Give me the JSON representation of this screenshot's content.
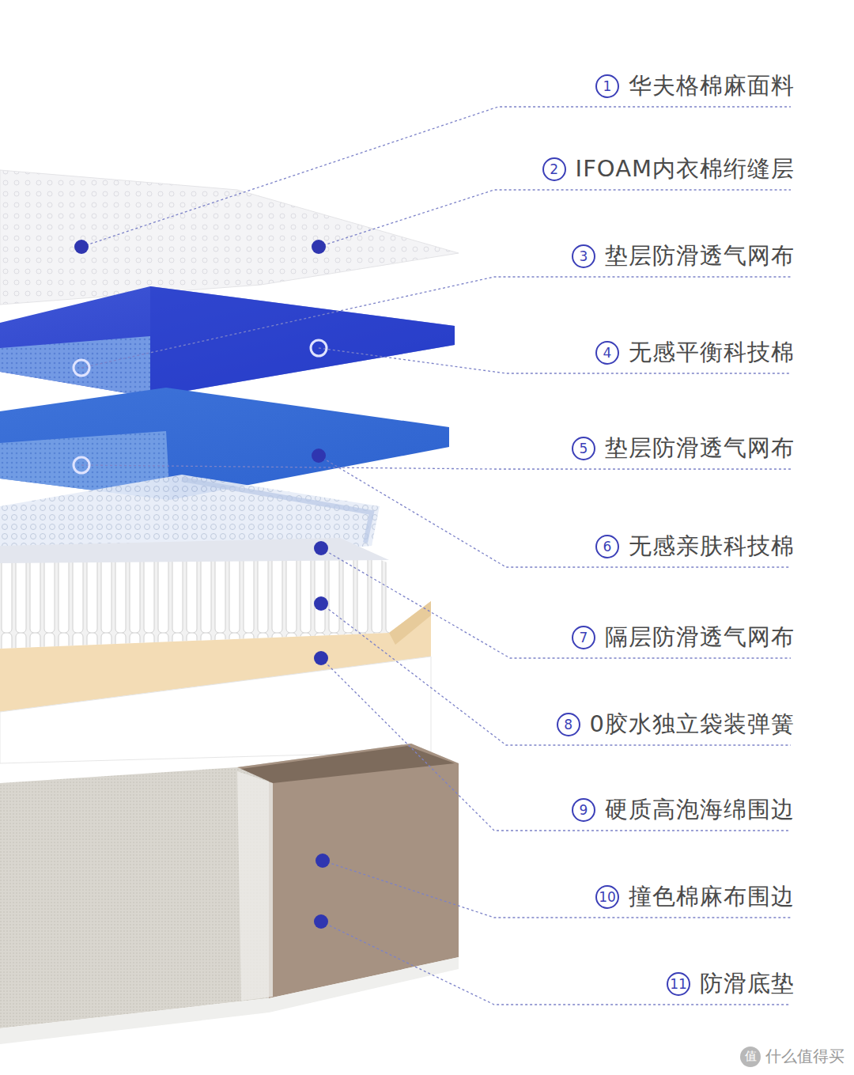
{
  "diagram": {
    "labels": [
      "1",
      "华夫格棉麻面料",
      "2",
      "IFOAM内衣棉绗缝层",
      "3",
      "垫层防滑透气网布",
      "4",
      "无感平衡科技棉",
      "5",
      "垫层防滑透气网布",
      "6",
      "无感亲肤科技棉",
      "7",
      "隔层防滑透气网布",
      "8",
      "0胶水独立袋装弹簧",
      "9",
      "硬质高泡海绵围边",
      "10",
      "撞色棉麻布围边",
      "11",
      "防滑底垫",
      "值",
      "什么值得买"
    ]
  }
}
